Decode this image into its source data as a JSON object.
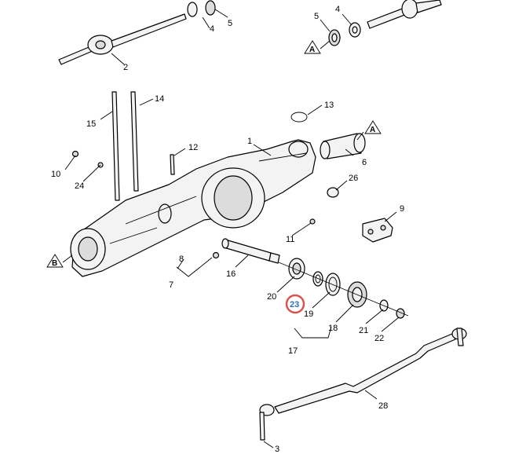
{
  "diagram": {
    "labels": {
      "n1": "1",
      "n2": "2",
      "n3": "3",
      "n4a": "4",
      "n4b": "4",
      "n5a": "5",
      "n5b": "5",
      "n6": "6",
      "n7": "7",
      "n8": "8",
      "n9": "9",
      "n10": "10",
      "n11": "11",
      "n12": "12",
      "n13": "13",
      "n14": "14",
      "n15": "15",
      "n16": "16",
      "n17": "17",
      "n18": "18",
      "n19": "19",
      "n20": "20",
      "n21": "21",
      "n22": "22",
      "n23": "23",
      "n24": "24",
      "n26": "26",
      "n28": "28"
    },
    "callouts": {
      "a1": "A",
      "a2": "A",
      "b": "B"
    },
    "highlight": {
      "part": "23",
      "ring_color": "#d9534f",
      "text_color": "#2f6fb3"
    }
  }
}
